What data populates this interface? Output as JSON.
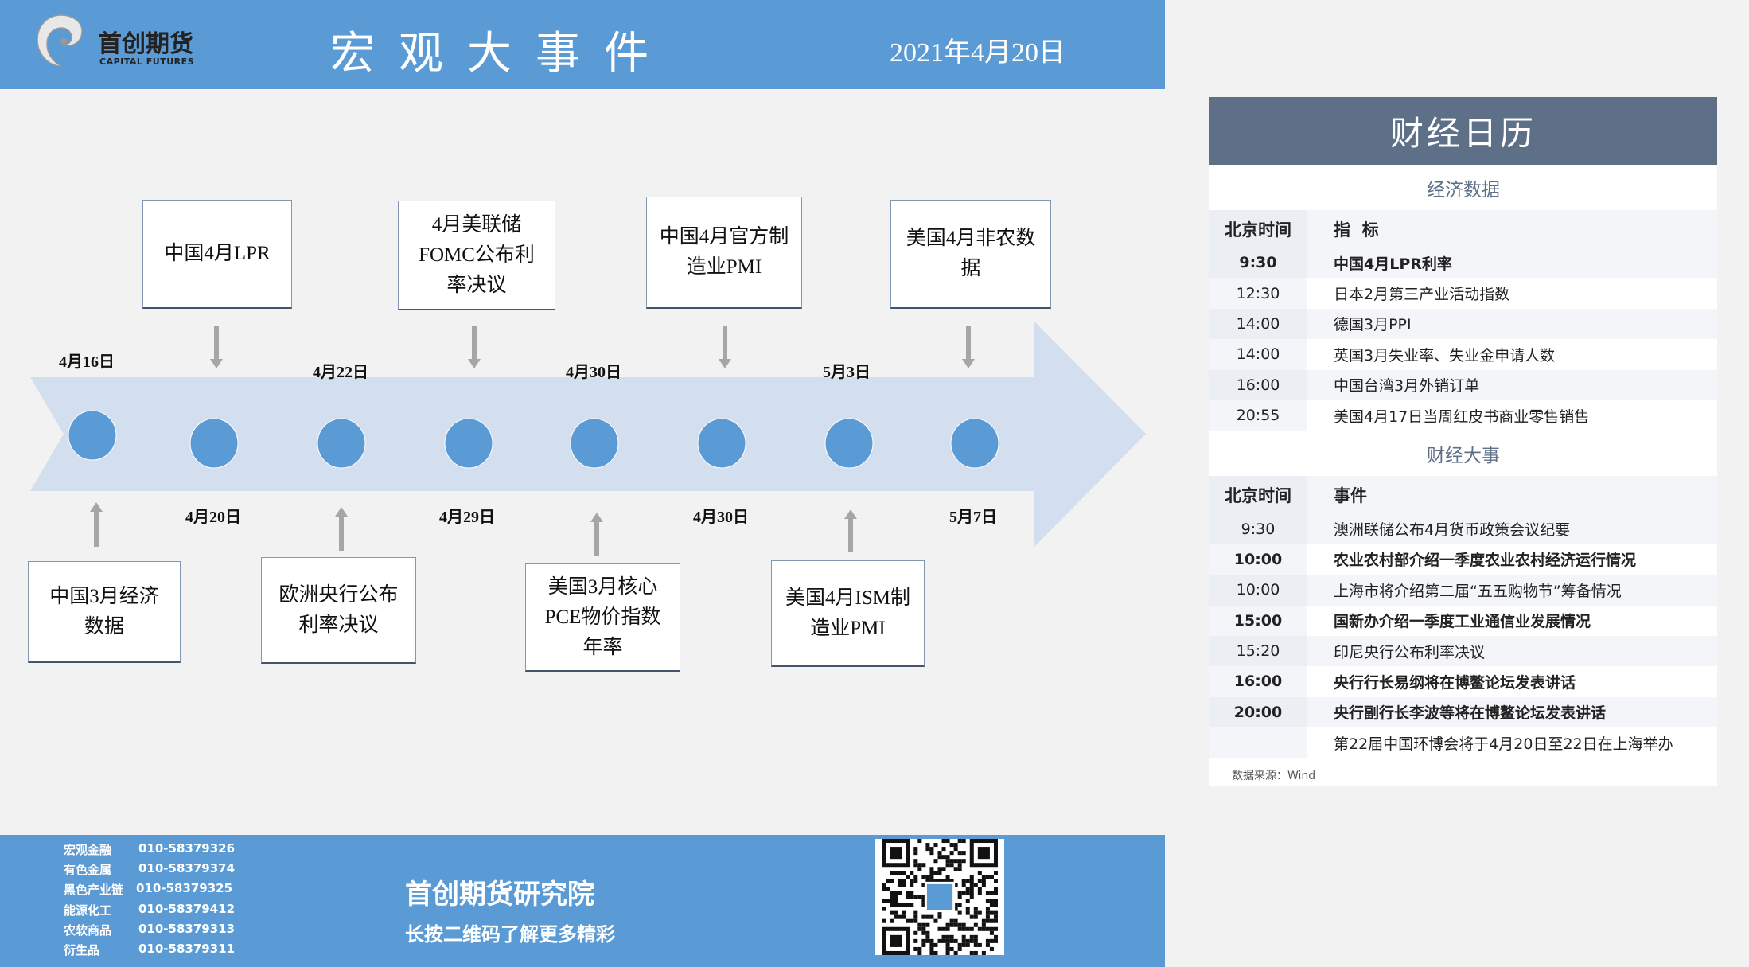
{
  "header": {
    "logo_cn": "首创期货",
    "logo_en": "CAPITAL FUTURES",
    "title": "宏观大事件",
    "date": "2021年4月20日"
  },
  "timeline": {
    "top_dates": [
      "4月16日",
      "4月22日",
      "4月30日",
      "5月3日"
    ],
    "bottom_dates": [
      "4月20日",
      "4月29日",
      "4月30日",
      "5月7日"
    ],
    "top_events": [
      "中国4月LPR",
      "4月美联储\nFOMC公布利\n率决议",
      "中国4月官方制\n造业PMI",
      "美国4月非农数\n据"
    ],
    "bottom_events": [
      "中国3月经济\n数据",
      "欧洲央行公布\n利率决议",
      "美国3月核心\nPCE物价指数\n年率",
      "美国4月ISM制\n造业PMI"
    ],
    "colors": {
      "arrow": "#d3deef",
      "dot": "#5b9bd5",
      "pointer": "#a6a6a6"
    }
  },
  "calendar": {
    "title": "财经日历",
    "econ": {
      "section": "经济数据",
      "col_time": "北京时间",
      "col_item": "指  标",
      "rows": [
        {
          "time": "9:30",
          "item": "中国4月LPR利率",
          "bold": true
        },
        {
          "time": "12:30",
          "item": "日本2月第三产业活动指数"
        },
        {
          "time": "14:00",
          "item": "德国3月PPI"
        },
        {
          "time": "14:00",
          "item": "英国3月失业率、失业金申请人数"
        },
        {
          "time": "16:00",
          "item": "中国台湾3月外销订单"
        },
        {
          "time": "20:55",
          "item": "美国4月17日当周红皮书商业零售销售"
        }
      ]
    },
    "events": {
      "section": "财经大事",
      "col_time": "北京时间",
      "col_item": "事件",
      "rows": [
        {
          "time": "9:30",
          "item": "澳洲联储公布4月货币政策会议纪要"
        },
        {
          "time": "10:00",
          "item": "农业农村部介绍一季度农业农村经济运行情况",
          "bold": true
        },
        {
          "time": "10:00",
          "item": "上海市将介绍第二届“五五购物节”筹备情况"
        },
        {
          "time": "15:00",
          "item": "国新办介绍一季度工业通信业发展情况",
          "bold": true
        },
        {
          "time": "15:20",
          "item": "印尼央行公布利率决议"
        },
        {
          "time": "16:00",
          "item": "央行行长易纲将在博鳌论坛发表讲话",
          "bold": true
        },
        {
          "time": "20:00",
          "item": "央行副行长李波等将在博鳌论坛发表讲话",
          "bold": true
        },
        {
          "time": "",
          "item": "第22届中国环博会将于4月20日至22日在上海举办"
        }
      ]
    },
    "source": "数据来源：Wind"
  },
  "footer": {
    "contacts": [
      {
        "dept": "宏观金融",
        "phone": "010-58379326"
      },
      {
        "dept": "有色金属",
        "phone": "010-58379374"
      },
      {
        "dept": "黑色产业链",
        "phone": "010-58379325"
      },
      {
        "dept": "能源化工",
        "phone": "010-58379412"
      },
      {
        "dept": "农软商品",
        "phone": "010-58379313"
      },
      {
        "dept": "衍生品",
        "phone": "010-58379311"
      }
    ],
    "institute": "首创期货研究院",
    "slogan": "长按二维码了解更多精彩"
  }
}
